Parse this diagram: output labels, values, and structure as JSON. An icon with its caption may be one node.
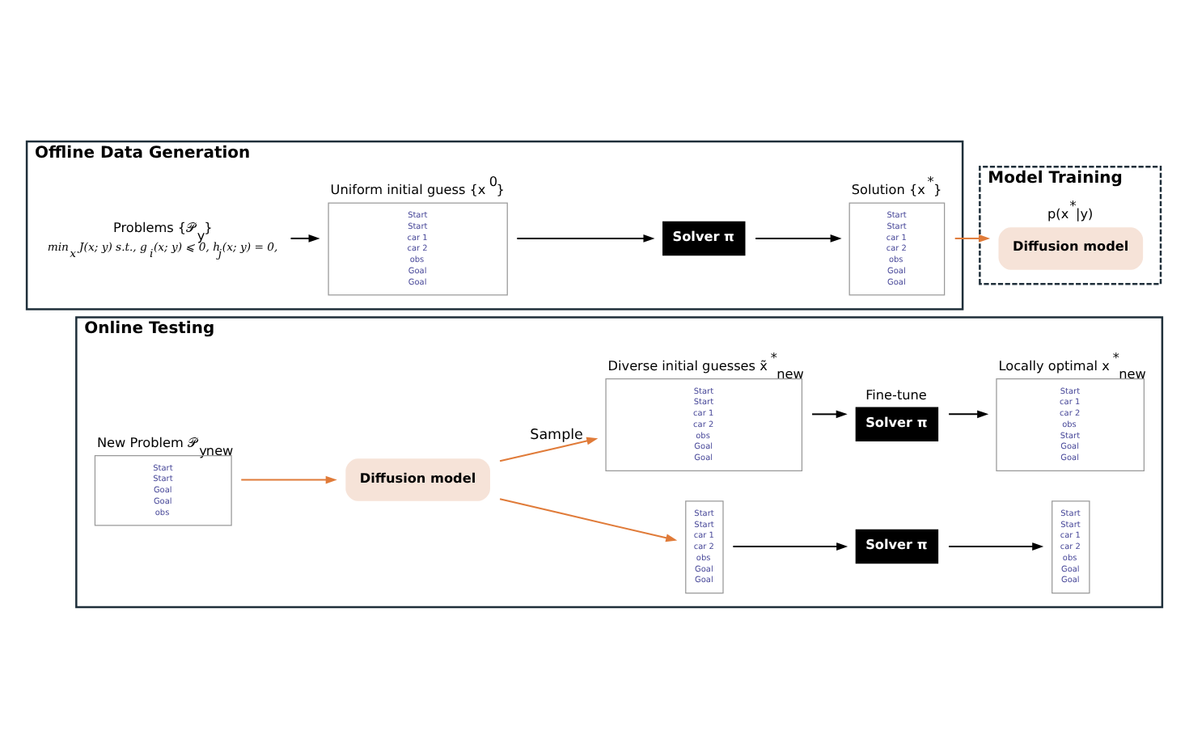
{
  "diagram": {
    "nodes": [
      {
        "text": [
          "Offline Data Generation"
        ]
      },
      {
        "text": [
          "Problems {𝒫$_{y}$}",
          "min$_{x}$ J(x; y) s.t., g$_{i}$(x; y) ⩽ 0, h$_{j}$(x; y) = 0,"
        ],
        "in": 0
      },
      {
        "text": [
          "Uniform initial guess {x$^{0}$}",
          "Start",
          "Start",
          "car 1",
          "car 2",
          "obs",
          "Goal",
          "Goal"
        ],
        "in": 0
      },
      {
        "text": [
          "Solver π"
        ],
        "in": 0
      },
      {
        "text": [
          "Solution {x$^{*}$}",
          "Start",
          "Start",
          "car 1",
          "car 2",
          "obs",
          "Goal",
          "Goal"
        ],
        "in": 0
      },
      {
        "text": [
          "Model Training"
        ]
      },
      {
        "text": [
          "p(x$^{*}$|y)",
          "Diffusion model"
        ],
        "in": 5
      },
      {
        "text": [
          "Online Testing"
        ]
      },
      {
        "text": [
          "New Problem 𝒫$_{y}$$_{new}$",
          "Start",
          "Start",
          "Goal",
          "Goal",
          "obs"
        ],
        "in": 7
      },
      {
        "text": [
          "Diffusion model"
        ],
        "in": 7
      },
      {
        "text": [
          "Diverse initial guesses x̃$^{*}$$_{new}$",
          "Start",
          "Start",
          "car 1",
          "car 2",
          "obs",
          "Goal",
          "Goal"
        ],
        "in": 7
      },
      {
        "text": [
          "Start",
          "Start",
          "car 1",
          "car 2",
          "obs",
          "Goal",
          "Goal"
        ],
        "in": 7
      },
      {
        "text": [
          "Fine-tune",
          "Solver π"
        ],
        "in": 7
      },
      {
        "text": [
          "Solver π"
        ],
        "in": 7
      },
      {
        "text": [
          "Locally optimal x$^{*}$$_{new}$",
          "Start",
          "car 1",
          "car 2",
          "obs",
          "Start",
          "Goal",
          "Goal"
        ],
        "in": 7
      },
      {
        "text": [
          "Start",
          "Start",
          "car 1",
          "car 2",
          "obs",
          "Goal",
          "Goal"
        ],
        "in": 7
      }
    ],
    "edges": [
      {
        "from": 1,
        "to": 2,
        "arrow": "to"
      },
      {
        "from": 2,
        "to": 3,
        "arrow": "to"
      },
      {
        "from": 3,
        "to": 4,
        "arrow": "to"
      },
      {
        "from": 4,
        "to": 6,
        "arrow": "to",
        "color": "#e07b39"
      },
      {
        "from": 8,
        "to": 9,
        "arrow": "to",
        "color": "#e07b39"
      },
      {
        "from": 9,
        "to": 10,
        "arrow": "to",
        "label": "Sample",
        "color": "#e07b39"
      },
      {
        "from": 9,
        "to": 11,
        "arrow": "to",
        "color": "#e07b39"
      },
      {
        "from": 10,
        "to": 12,
        "arrow": "to"
      },
      {
        "from": 12,
        "to": 14,
        "arrow": "to"
      },
      {
        "from": 11,
        "to": 13,
        "arrow": "to"
      },
      {
        "from": 13,
        "to": 15,
        "arrow": "to"
      }
    ]
  }
}
